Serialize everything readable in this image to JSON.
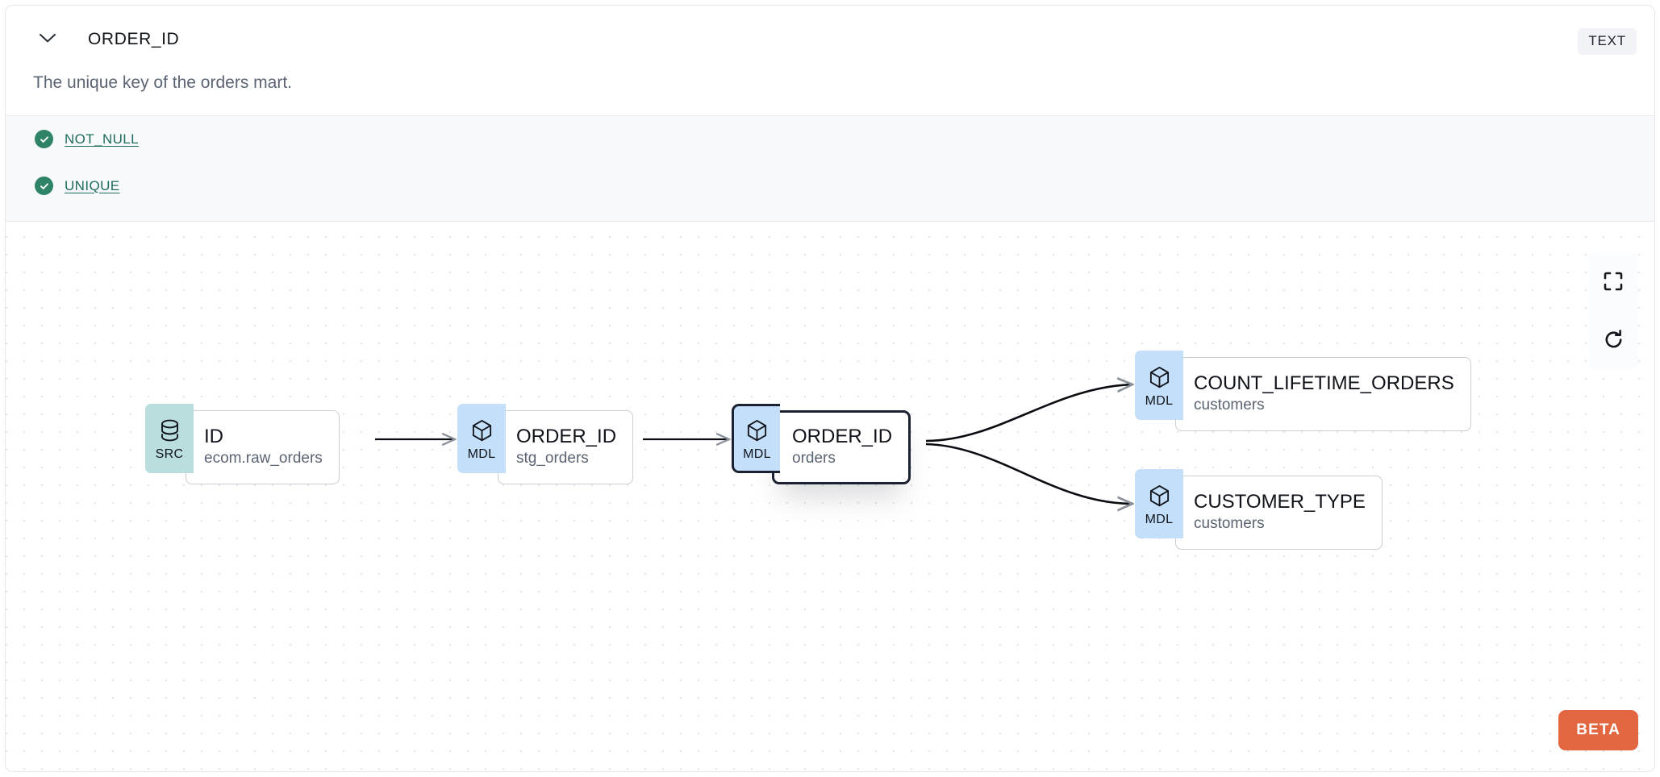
{
  "header": {
    "chevron_icon": "chevron-down-icon",
    "column_name": "ORDER_ID",
    "type_badge": "TEXT"
  },
  "description": "The unique key of the orders mart.",
  "tests": [
    {
      "status_icon": "check-circle-icon",
      "label": "NOT_NULL"
    },
    {
      "status_icon": "check-circle-icon",
      "label": "UNIQUE"
    }
  ],
  "lineage": {
    "nodes": [
      {
        "id": "src",
        "kind": "SRC",
        "icon": "database-icon",
        "name": "ID",
        "dataset": "ecom.raw_orders",
        "selected": false
      },
      {
        "id": "stg",
        "kind": "MDL",
        "icon": "cube-icon",
        "name": "ORDER_ID",
        "dataset": "stg_orders",
        "selected": false
      },
      {
        "id": "orders",
        "kind": "MDL",
        "icon": "cube-icon",
        "name": "ORDER_ID",
        "dataset": "orders",
        "selected": true
      },
      {
        "id": "count",
        "kind": "MDL",
        "icon": "cube-icon",
        "name": "COUNT_LIFETIME_ORDERS",
        "dataset": "customers",
        "selected": false
      },
      {
        "id": "custtype",
        "kind": "MDL",
        "icon": "cube-icon",
        "name": "CUSTOMER_TYPE",
        "dataset": "customers",
        "selected": false
      }
    ],
    "controls": [
      {
        "icon": "fit-view-icon",
        "name": "fit-view-button"
      },
      {
        "icon": "refresh-icon",
        "name": "refresh-button"
      }
    ],
    "beta_label": "BETA"
  },
  "colors": {
    "src_badge": "#b9dedd",
    "mdl_badge": "#c4dffa",
    "selected_border": "#1b2130",
    "test_pass": "#2f8468",
    "test_link": "#1f6b5d",
    "beta": "#e2663f",
    "edge": "#0b0d12"
  }
}
